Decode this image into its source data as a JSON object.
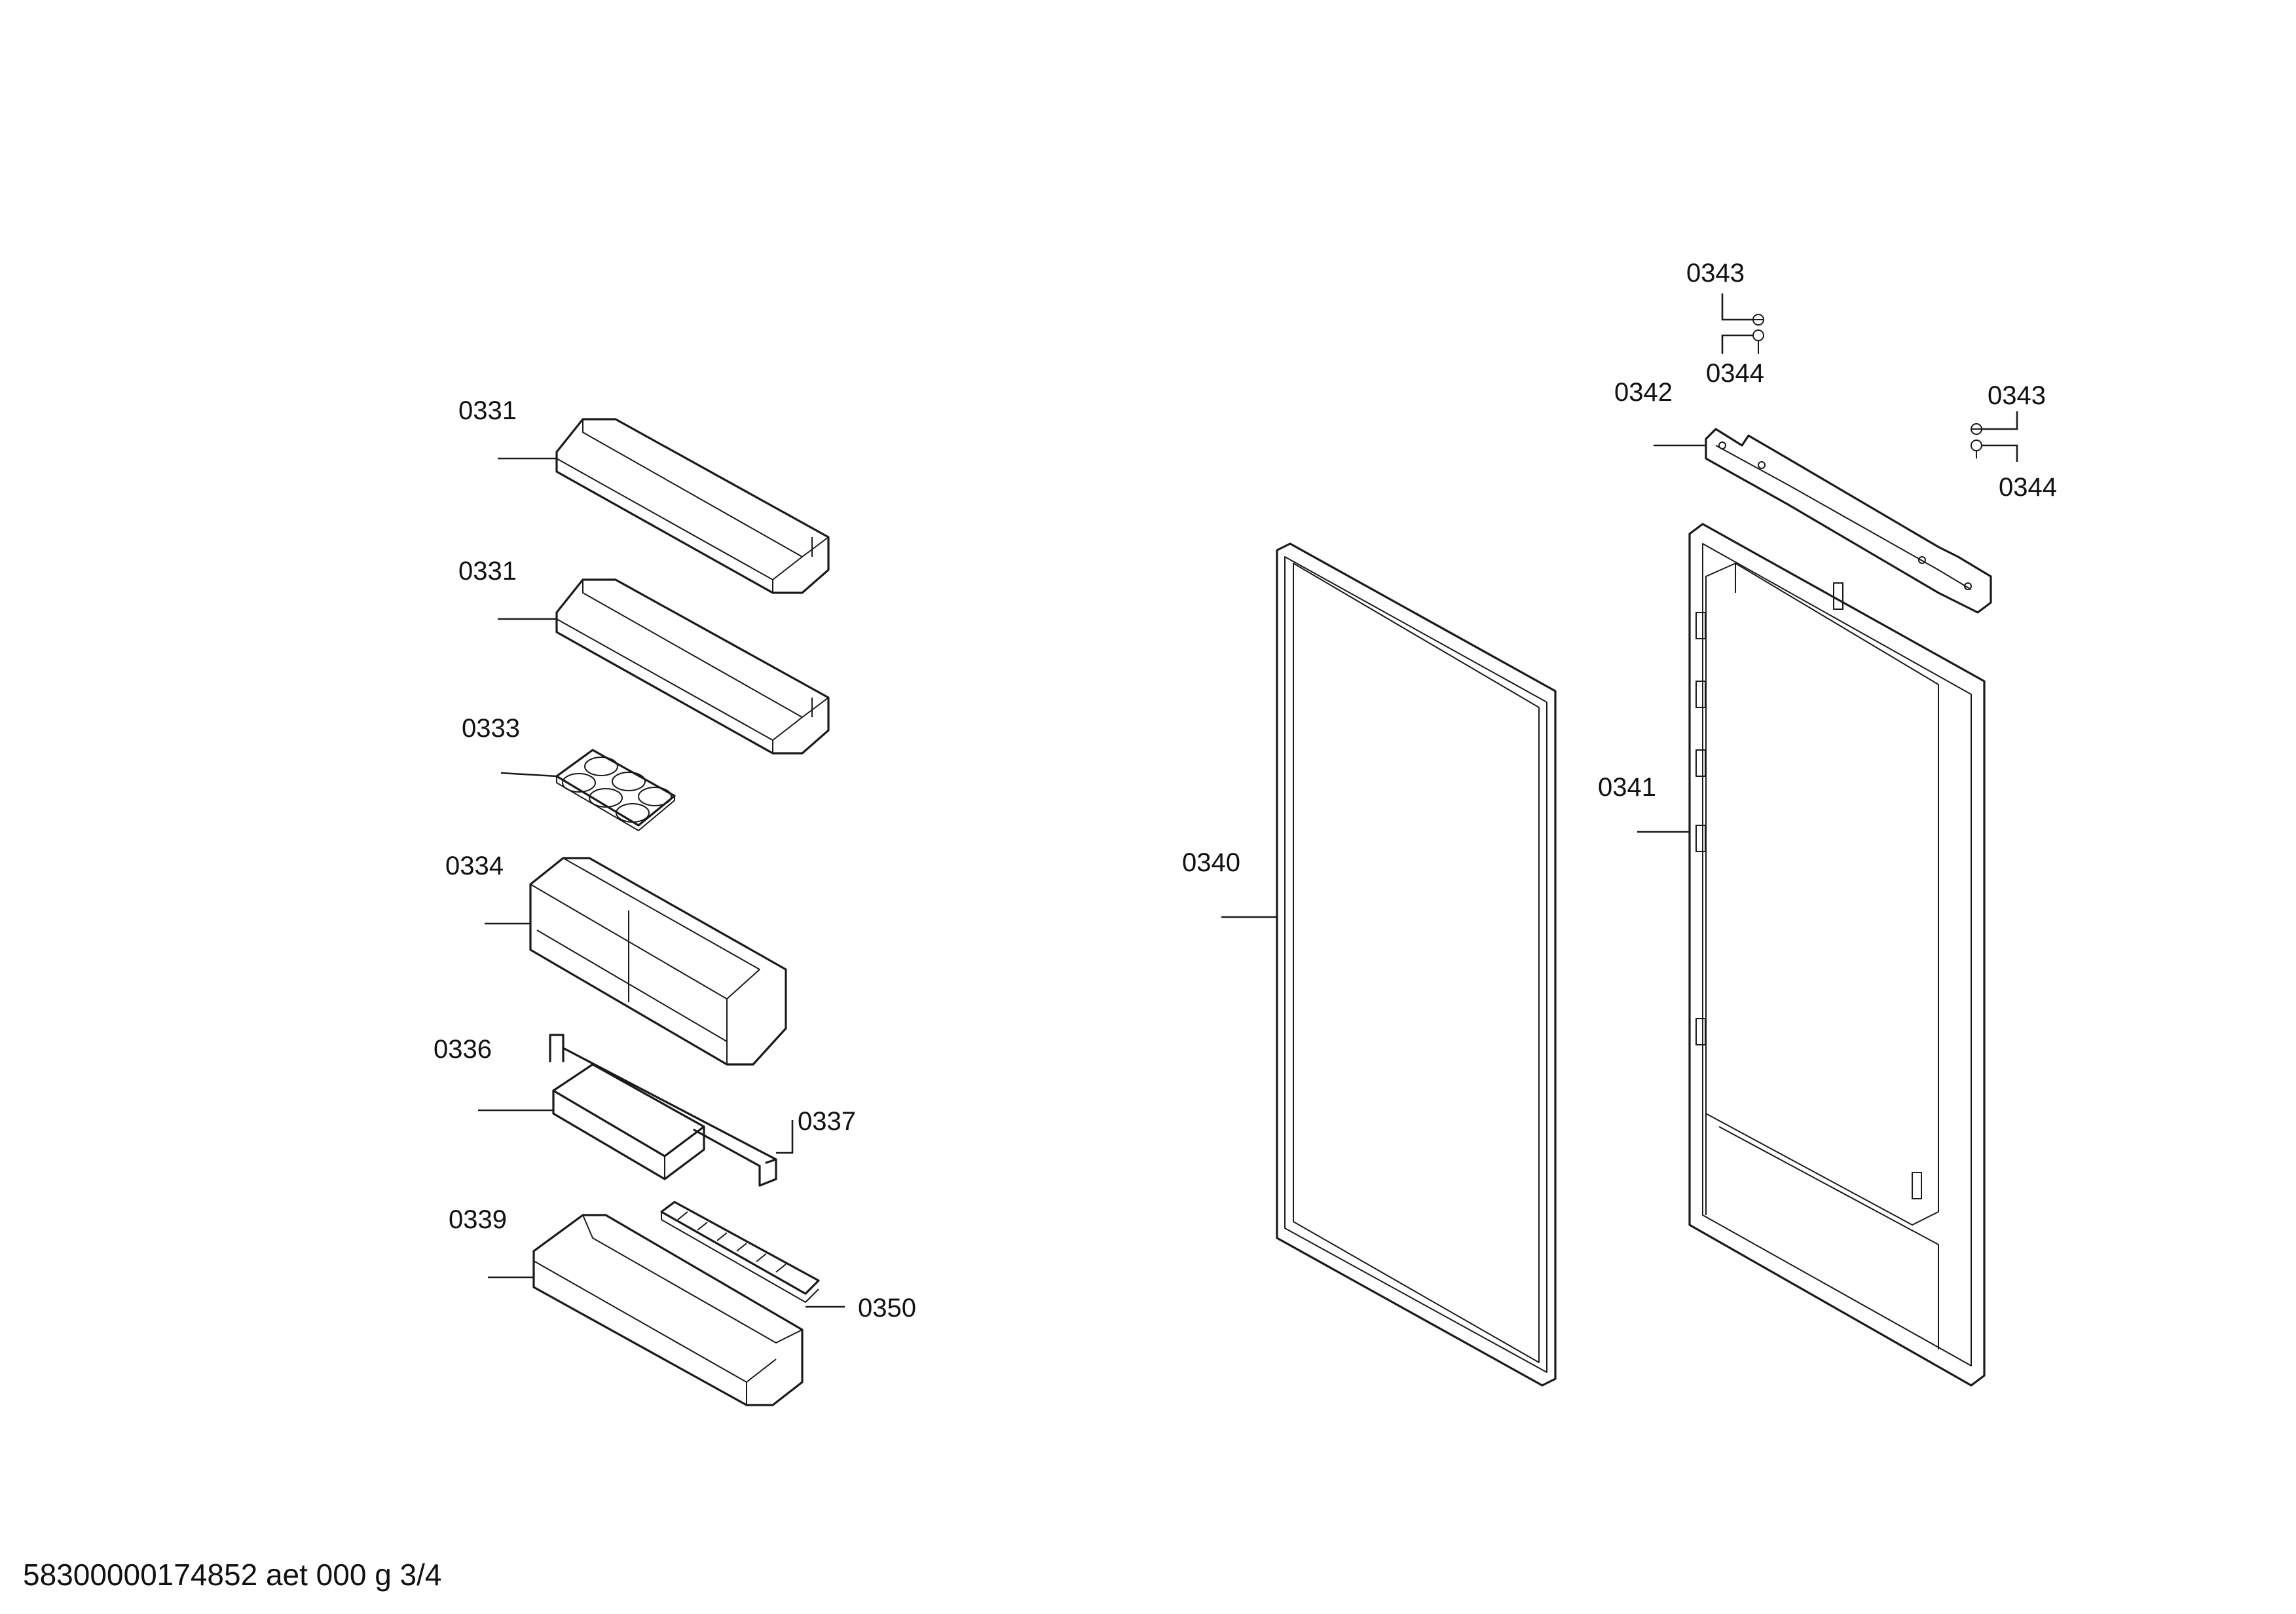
{
  "labels": {
    "p0331_a": "0331",
    "p0331_b": "0331",
    "p0333": "0333",
    "p0334": "0334",
    "p0336": "0336",
    "p0337": "0337",
    "p0339": "0339",
    "p0350": "0350",
    "p0340": "0340",
    "p0341": "0341",
    "p0342": "0342",
    "p0343_a": "0343",
    "p0344_a": "0344",
    "p0343_b": "0343",
    "p0344_b": "0344"
  },
  "footer": {
    "drawing_code": "58300000174852 aet 000 g 3/4"
  }
}
